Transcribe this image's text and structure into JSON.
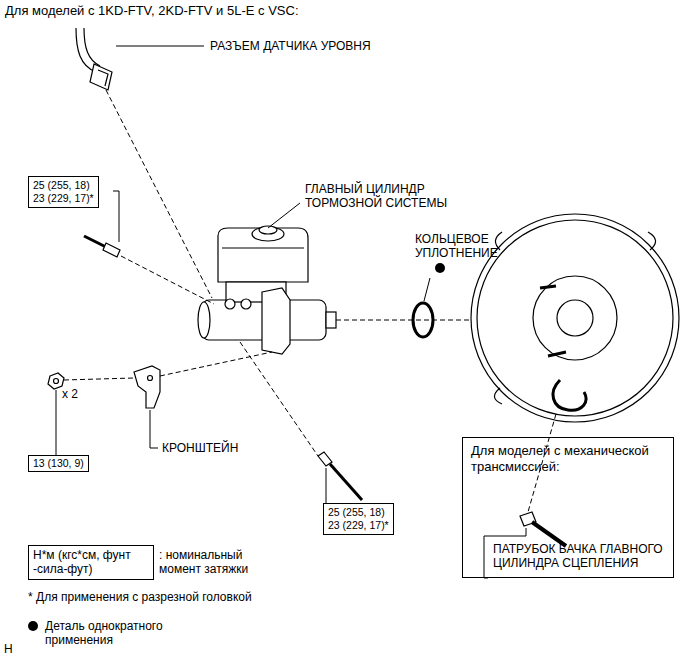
{
  "diagram": {
    "title": "Для моделей с 1KD-FTV, 2KD-FTV и 5L-E с VSC:",
    "nodes": [
      {
        "text": [
          "25 (255, 18)",
          "23 (229, 17)*"
        ]
      },
      {
        "text": [
          "Для моделей с механической трансмиссией:",
          "ПАТРУБОК БАЧКА ГЛАВНОГО ЦИЛИНДРА СЦЕПЛЕНИЯ"
        ]
      },
      {
        "text": [
          "13 (130, 9)"
        ]
      },
      {
        "text": [
          "25 (255, 18)",
          "23 (229, 17)*"
        ]
      },
      {
        "text": [
          "Н*м (кгс*см, фунт -сила-фут)"
        ]
      }
    ],
    "labels": [
      "РАЗЪЕМ ДАТЧИКА УРОВНЯ",
      "ГЛАВНЫЙ ЦИЛИНДР ТОРМОЗНОЙ СИСТЕМЫ",
      "КОЛЬЦЕВОЕ УПЛОТНЕНИЕ",
      "x 2",
      "КРОНШТЕЙН",
      ": номинальный момент затяжки",
      "* Для применения с разрезной головкой",
      "H"
    ],
    "legend": [
      {
        "text": "Деталь однократного применения"
      }
    ]
  }
}
